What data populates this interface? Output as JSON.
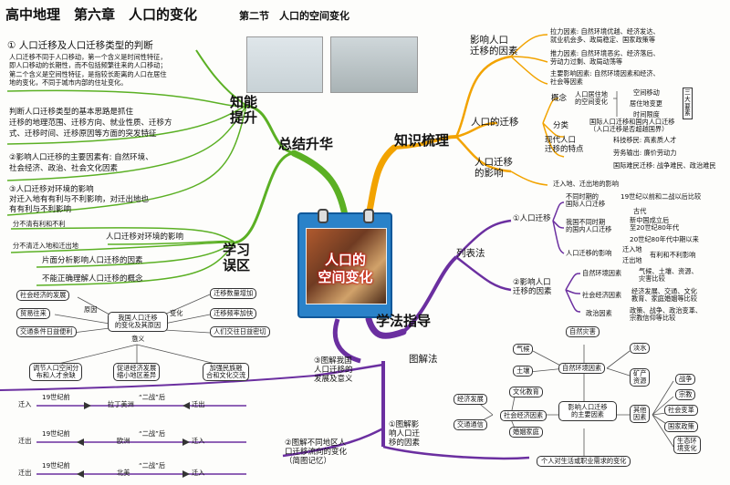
{
  "header": {
    "title": "高中地理　第六章　人口的变化",
    "subtitle": "第二节　人口的空间变化"
  },
  "center": {
    "title": "人口的\n空间变化"
  },
  "colors": {
    "summary": "#5bb024",
    "knowledge": "#f2a300",
    "method": "#6b2fa0",
    "diagram": "#6b2fa0",
    "photo": "#2a82c9"
  },
  "summary": {
    "label": "总结升华",
    "ability": {
      "label": "知能\n提升",
      "p1_title": "①  人口迁移及人口迁移类型的判断",
      "p1_body": "人口迁移不同于人口移动，第一个含义是时间性特征，\n即人口移动的长期性，而不包括频繁往来的人口移动；\n第二个含义是空间性特征，是指较长距离的人口在居住\n地的变化，不同于城市内部的住址变化。",
      "p1_extra": "判断人口迁移类型的基本思路是抓住\n迁移的地理范围、迁移方向、就业性质、迁移方\n式、迁移时间、迁移原因等方面的突发特征",
      "p2": "②影响人口迁移的主要因素有: 自然环境、\n社会经济、政治、社会文化因素",
      "p3": "③人口迁移对环境的影响\n对迁入地有有利与不利影响，对迁出地也\n有有利与不利影响"
    },
    "error": {
      "label": "学习\n误区",
      "e1": "分不清有利和不利",
      "e2": "分不清迁入地和迁出地",
      "e3": "人口迁移对环境的影响",
      "e4": "片面分析影响人口迁移的因素",
      "e5": "不能正确理解人口迁移的概念"
    }
  },
  "knowledge": {
    "label": "知识梳理",
    "factors": {
      "label": "影响人口\n迁移的因素",
      "f1": "拉力因素: 自然环境优越、经济发达、\n就业机会多、政局稳定、国家政策等",
      "f2": "推力因素: 自然环境恶劣、经济落后、\n劳动力过剩、政局动荡等",
      "f3": "主要影响因素: 自然环境因素和经济、\n社会等因素"
    },
    "migration": {
      "label": "人口的迁移",
      "concept": "概念",
      "concept_body": "人口居住地\n的空间变化",
      "elements": [
        "空间移动",
        "居住地变更",
        "时间限度"
      ],
      "elements_label": "三\n大\n要\n素",
      "classify": "分类",
      "classify_body": "国际人口迁移和国内人口迁移\n（人口迁移是否超越国界）",
      "modern": "现代人口\n迁移的特点",
      "modern_items": [
        "科技移民: 高素质人才",
        "劳务输出: 廉价劳动力",
        "国际难民迁移: 战争难民、政治难民"
      ]
    },
    "impact": {
      "label": "人口迁移\n的影响",
      "body": "迁入地、迁出地的影响"
    }
  },
  "method": {
    "label": "学法指导",
    "table": {
      "label": "列表法",
      "m1": "①人口迁移",
      "m1_items": [
        {
          "label": "不同时期的\n国际人口迁移",
          "sub": [
            "19世纪以前和二战以后比较"
          ]
        },
        {
          "label": "我国不同时期\n的国内人口迁移",
          "sub": [
            "古代",
            "新中国成立后\n至20世纪80年代",
            "20世纪80年代中期以来"
          ]
        },
        {
          "label": "人口迁移的影响",
          "sub": [
            "迁入地",
            "迁出地"
          ],
          "note": "有利和不利影响"
        }
      ],
      "m2": "②影响人口\n迁移的因素",
      "m2_items": [
        {
          "label": "自然环境因素",
          "sub": "气候、土壤、资源、\n灾害比较"
        },
        {
          "label": "社会经济因素",
          "sub": "经济发展、交通、文化\n教育、家庭婚姻等比较"
        },
        {
          "label": "政治因素",
          "sub": "政策、战争、政治变革、\n宗教信仰等比较"
        }
      ]
    }
  },
  "diagram_method": {
    "label": "图解法",
    "d3": "③图解我国\n人口迁移的\n发展及意义",
    "d2": "②图解不同地区人\n口迁移流向的变化\n（简图记忆）",
    "d1": "①图解影\n响人口迁\n移的因素",
    "china": {
      "center": "我国人口迁移\n的变化及其原因",
      "reason": "原因",
      "change": "变化",
      "meaning": "意义",
      "reasons": [
        "社会经济的发展",
        "贸易往来",
        "交通条件日益便利"
      ],
      "changes": [
        "迁移数量增加",
        "迁移频率加快",
        "人们交往日益密切"
      ],
      "meanings": [
        "调节人口空间分\n布和人才余缺",
        "促进经济发展\n缩小地区差异",
        "加强民族融\n合和文化交流"
      ]
    },
    "flows": [
      {
        "left": "迁入",
        "before": "19世纪前",
        "region": "拉丁美洲",
        "after": "“二战”后",
        "right": "迁出"
      },
      {
        "left": "迁出",
        "before": "19世纪前",
        "region": "欧洲",
        "after": "“二战”后",
        "right": "迁入"
      },
      {
        "left": "迁出",
        "before": "19世纪前",
        "region": "北美",
        "after": "“二战”后",
        "right": "迁入"
      }
    ],
    "factors": {
      "center": "影响人口迁移\n的主要因素",
      "nature": "自然环境因素",
      "natural_items": [
        "自然灾害",
        "气候",
        "土壤",
        "淡水",
        "矿产\n资源"
      ],
      "social": "社会经济因素",
      "social_items": [
        "经济发展",
        "文化教育",
        "交通通信",
        "婚姻家庭"
      ],
      "other": "其他\n因素",
      "other_items": [
        "战争",
        "宗教",
        "社会变革",
        "国家政策",
        "生态环\n境变化"
      ],
      "personal": "个人对生活或职业需求的变化"
    }
  }
}
